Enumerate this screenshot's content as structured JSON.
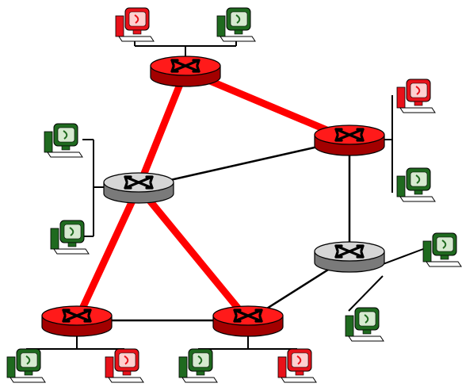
{
  "diagram": {
    "colors": {
      "active": "#ff0000",
      "active_router": "#ff1a1a",
      "idle_router": "#d6d6d6",
      "link": "#000000",
      "active_host": "#e8121a",
      "idle_host": "#1f6a1f",
      "screen_active": "#ffd0d0",
      "screen_idle": "#d6ead0"
    },
    "routers": [
      {
        "id": "r-top",
        "active": true
      },
      {
        "id": "r-right",
        "active": true
      },
      {
        "id": "r-left",
        "active": false
      },
      {
        "id": "r-mid-right",
        "active": false
      },
      {
        "id": "r-bottom-left",
        "active": true
      },
      {
        "id": "r-bottom-mid",
        "active": true
      }
    ],
    "links": [
      {
        "from": "r-top",
        "to": "r-right",
        "active": true
      },
      {
        "from": "r-top",
        "to": "r-left",
        "active": true
      },
      {
        "from": "r-left",
        "to": "r-bottom-left",
        "active": true
      },
      {
        "from": "r-left",
        "to": "r-bottom-mid",
        "active": true
      },
      {
        "from": "r-left",
        "to": "r-right",
        "active": false
      },
      {
        "from": "r-right",
        "to": "r-mid-right",
        "active": false
      },
      {
        "from": "r-bottom-left",
        "to": "r-bottom-mid",
        "active": false
      },
      {
        "from": "r-bottom-mid",
        "to": "r-mid-right",
        "active": false
      }
    ],
    "hosts": [
      {
        "id": "h-top-1",
        "attached_to": "r-top",
        "active": true
      },
      {
        "id": "h-top-2",
        "attached_to": "r-top",
        "active": false
      },
      {
        "id": "h-right-1",
        "attached_to": "r-right",
        "active": true
      },
      {
        "id": "h-right-2",
        "attached_to": "r-right",
        "active": false
      },
      {
        "id": "h-left-1",
        "attached_to": "r-left",
        "active": false
      },
      {
        "id": "h-left-2",
        "attached_to": "r-left",
        "active": false
      },
      {
        "id": "h-midright-1",
        "attached_to": "r-mid-right",
        "active": false
      },
      {
        "id": "h-midright-2",
        "attached_to": "r-mid-right",
        "active": false
      },
      {
        "id": "h-bl-1",
        "attached_to": "r-bottom-left",
        "active": false
      },
      {
        "id": "h-bl-2",
        "attached_to": "r-bottom-left",
        "active": true
      },
      {
        "id": "h-bm-1",
        "attached_to": "r-bottom-mid",
        "active": false
      },
      {
        "id": "h-bm-2",
        "attached_to": "r-bottom-mid",
        "active": true
      }
    ]
  }
}
